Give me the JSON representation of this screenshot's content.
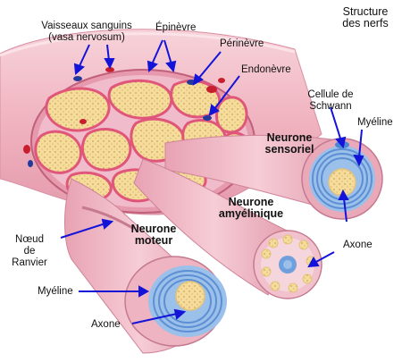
{
  "title": "Structure\ndes nerfs",
  "labels": {
    "vaisseaux": "Vaisseaux sanguins\n(vasa nervosum)",
    "epinevre": "Épinèvre",
    "perinevre": "Périnèvre",
    "endonevre": "Endonèvre",
    "cellule_schwann": "Cellule de\nSchwann",
    "myeline_right": "Myéline",
    "neurone_sensoriel": "Neurone\nsensoriel",
    "neurone_amyelinique": "Neurone\namyélinique",
    "axone_right": "Axone",
    "noeud_ranvier": "Nœud\nde\nRanvier",
    "neurone_moteur": "Neurone\nmoteur",
    "myeline_left": "Myéline",
    "axone_left": "Axone"
  },
  "colors": {
    "nerve_pink": "#f2b8c4",
    "sheath_dark": "#d98aa0",
    "fascicle_rim": "#e0567a",
    "axon_yellow": "#f5dc9a",
    "myelin_blue": "#6f9fdc",
    "arrow_blue": "#1414d9",
    "vessel_red": "#c81e2e",
    "vessel_blue": "#243a9a"
  }
}
